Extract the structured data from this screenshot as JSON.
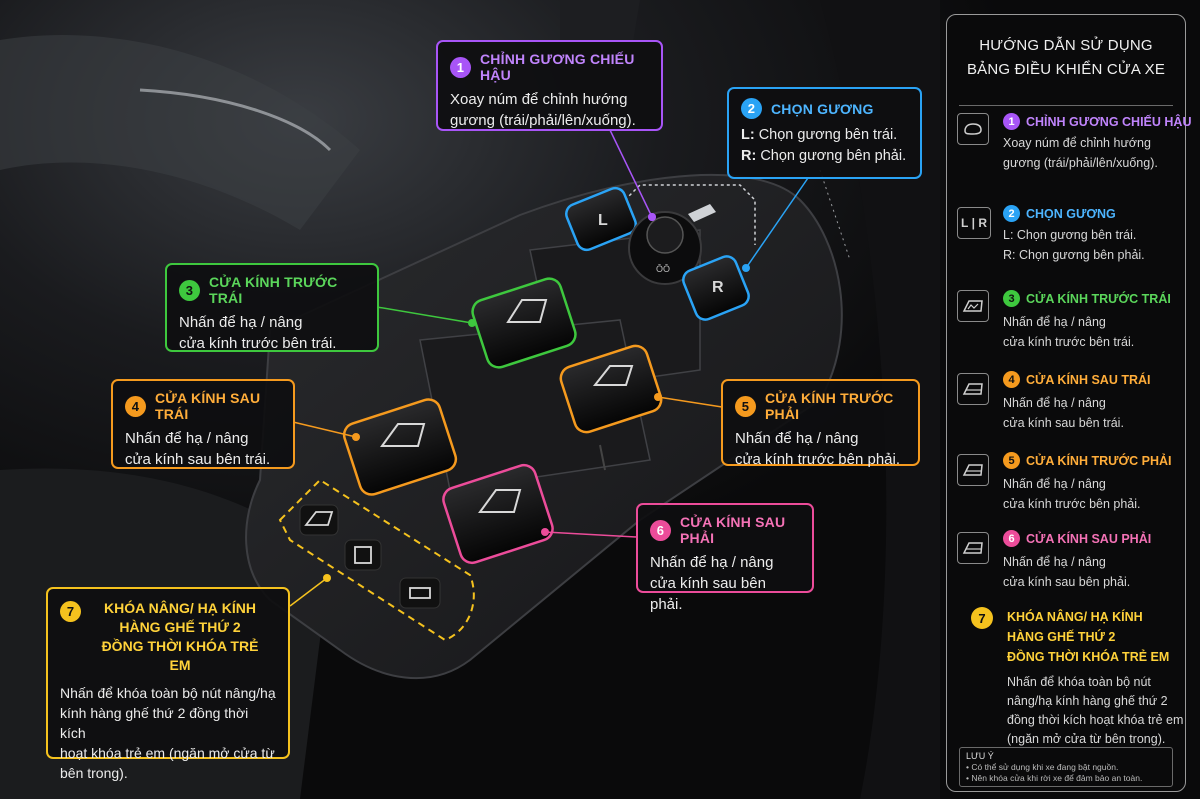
{
  "callouts": {
    "c1": {
      "num": "1",
      "title": "CHỈNH GƯƠNG CHIẾU HẬU",
      "lines": [
        "Xoay núm để chỉnh hướng",
        "gương (trái/phải/lên/xuống)."
      ]
    },
    "c2": {
      "num": "2",
      "title": "CHỌN GƯƠNG",
      "l_key": "L:",
      "l_text": "Chọn gương bên trái.",
      "r_key": "R:",
      "r_text": "Chọn gương bên phải."
    },
    "c3": {
      "num": "3",
      "title": "CỬA KÍNH TRƯỚC TRÁI",
      "lines": [
        "Nhấn để hạ / nâng",
        "cửa kính trước bên trái."
      ]
    },
    "c4": {
      "num": "4",
      "title": "CỬA KÍNH SAU TRÁI",
      "lines": [
        "Nhấn để hạ / nâng",
        "cửa kính sau bên trái."
      ]
    },
    "c5": {
      "num": "5",
      "title": "CỬA KÍNH TRƯỚC PHẢI",
      "lines": [
        "Nhấn để hạ / nâng",
        "cửa kính trước bên phải."
      ]
    },
    "c6": {
      "num": "6",
      "title": "CỬA KÍNH SAU PHẢI",
      "lines": [
        "Nhấn để hạ / nâng",
        "cửa kính sau bên phải."
      ]
    },
    "c7": {
      "num": "7",
      "title_lines": [
        "KHÓA NÂNG/ HẠ KÍNH",
        "HÀNG GHẾ THỨ 2",
        "ĐỒNG THỜI KHÓA TRẺ EM"
      ],
      "lines": [
        "Nhấn để khóa toàn bộ nút nâng/hạ",
        "kính hàng ghế thứ 2 đồng thời kích",
        "hoạt khóa trẻ em (ngăn mở cửa từ",
        "bên trong)."
      ]
    }
  },
  "panel": {
    "title_lines": [
      "HƯỚNG DẪN SỬ DỤNG",
      "BẢNG ĐIỀU KHIỂN CỬA XE"
    ],
    "items": [
      {
        "num": "1",
        "title": "CHỈNH GƯƠNG CHIẾU HẬU",
        "lines": [
          "Xoay núm để chỉnh hướng",
          "gương (trái/phải/lên/xuống)."
        ],
        "icon": "mirror-knob-icon"
      },
      {
        "num": "2",
        "title": "CHỌN GƯƠNG",
        "lines": [
          "L: Chọn gương bên trái.",
          "R: Chọn gương bên phải."
        ],
        "icon": "lr-select-icon",
        "icon_l": "L",
        "icon_r": "R"
      },
      {
        "num": "3",
        "title": "CỬA KÍNH TRƯỚC TRÁI",
        "lines": [
          "Nhấn để hạ / nâng",
          "cửa kính trước bên trái."
        ],
        "icon": "window-front-left-icon"
      },
      {
        "num": "4",
        "title": "CỬA KÍNH SAU TRÁI",
        "lines": [
          "Nhấn để hạ / nâng",
          "cửa kính sau bên trái."
        ],
        "icon": "window-rear-left-icon"
      },
      {
        "num": "5",
        "title": "CỬA KÍNH TRƯỚC PHẢI",
        "lines": [
          "Nhấn để hạ / nâng",
          "cửa kính trước bên phải."
        ],
        "icon": "window-front-right-icon"
      },
      {
        "num": "6",
        "title": "CỬA KÍNH SAU PHẢI",
        "lines": [
          "Nhấn để hạ / nâng",
          "cửa kính sau bên phải."
        ],
        "icon": "window-rear-right-icon"
      }
    ],
    "item7": {
      "num": "7",
      "title_lines": [
        "KHÓA NÂNG/ HẠ KÍNH",
        "HÀNG GHẾ THỨ 2",
        "ĐỒNG THỜI KHÓA TRẺ EM"
      ],
      "lines": [
        "Nhấn để khóa toàn bộ nút",
        "nâng/hạ kính hàng ghế thứ 2",
        "đồng thời kích hoạt khóa trẻ em",
        "(ngăn mở cửa từ bên trong)."
      ]
    },
    "note": {
      "title": "LƯU Ý",
      "lines": [
        "• Có thể sử dụng khi xe đang bật nguồn.",
        "• Nên khóa cửa khi rời xe để đảm bảo an toàn."
      ]
    }
  },
  "switches": {
    "l_key": "L",
    "r_key": "R",
    "knob_label": "ŌŌ"
  },
  "colors": {
    "purple": "#a855f7",
    "blue": "#2aa3f5",
    "green": "#3ec83e",
    "orange": "#f59a1e",
    "pink": "#ec4c9a",
    "yellow": "#f5c21e"
  }
}
